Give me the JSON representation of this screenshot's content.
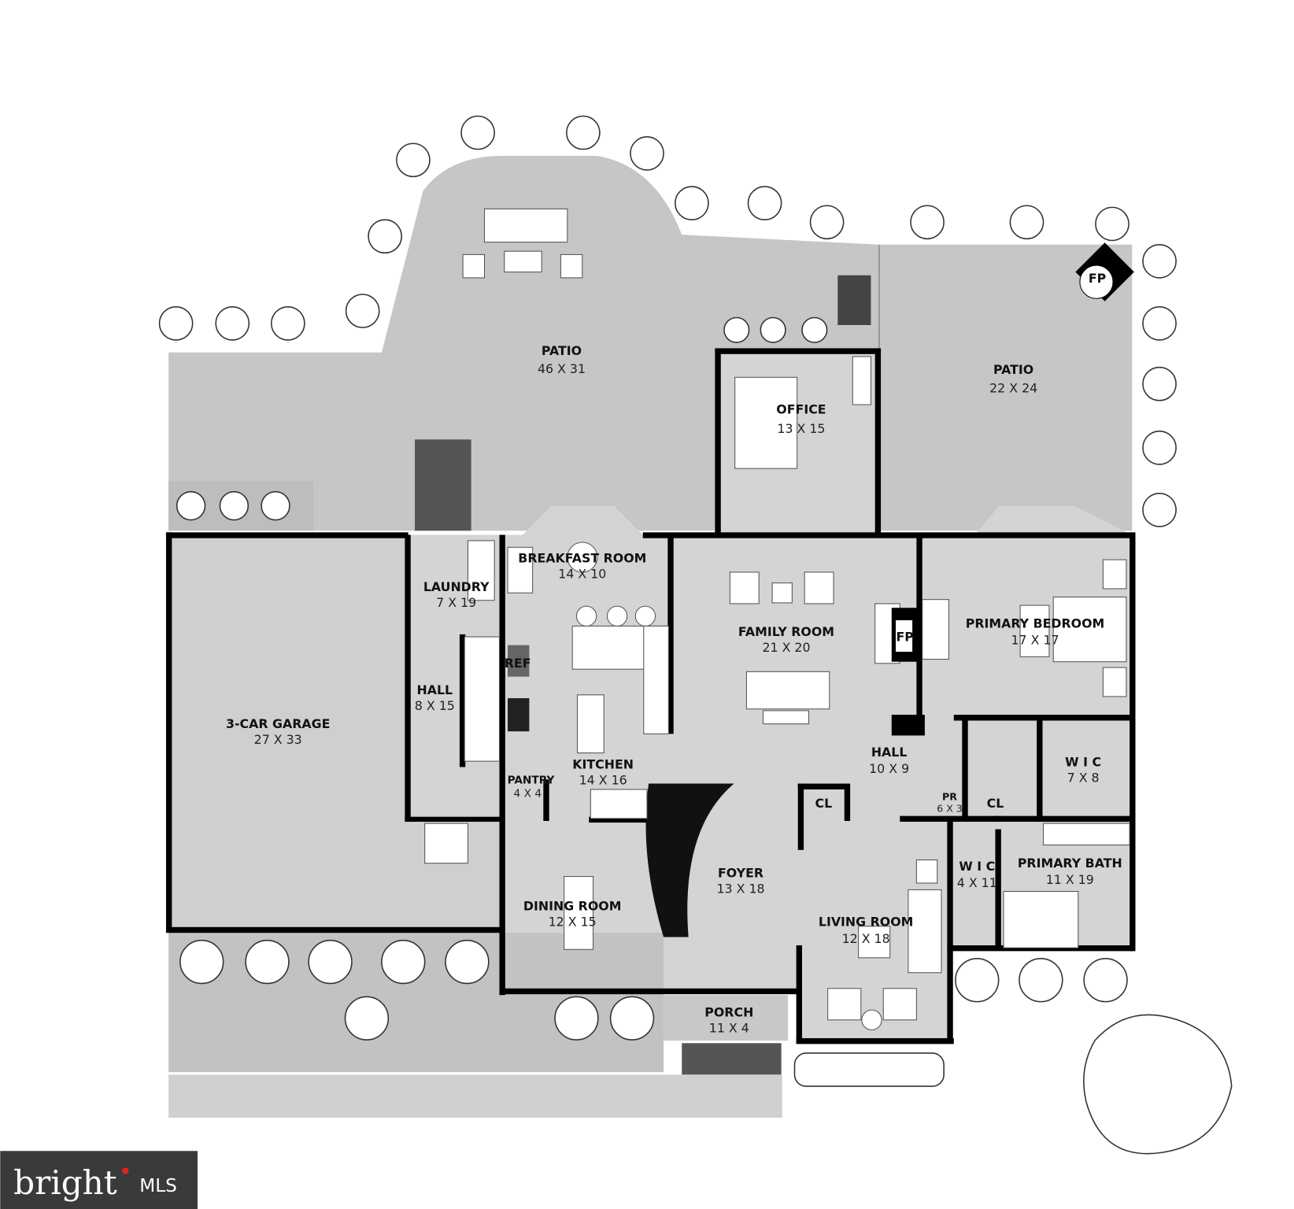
{
  "rooms": {
    "patio_main": {
      "name": "PATIO",
      "dims": "46 X 31"
    },
    "office": {
      "name": "OFFICE",
      "dims": "13 X 15"
    },
    "patio_side": {
      "name": "PATIO",
      "dims": "22 X 24"
    },
    "breakfast": {
      "name": "BREAKFAST ROOM",
      "dims": "14 X 10"
    },
    "laundry": {
      "name": "LAUNDRY",
      "dims": "7 X 19"
    },
    "family": {
      "name": "FAMILY ROOM",
      "dims": "21 X 20"
    },
    "primary_bedroom": {
      "name": "PRIMARY BEDROOM",
      "dims": "17 X 17"
    },
    "hall_west": {
      "name": "HALL",
      "dims": "8 X 15"
    },
    "garage": {
      "name": "3-CAR GARAGE",
      "dims": "27 X 33"
    },
    "kitchen": {
      "name": "KITCHEN",
      "dims": "14 X 16"
    },
    "hall_center": {
      "name": "HALL",
      "dims": "10 X 9"
    },
    "wic_large": {
      "name": "W I C",
      "dims": "7 X 8"
    },
    "pantry": {
      "name": "PANTRY",
      "dims": "4 X 4"
    },
    "closet_hall": {
      "name": "CL"
    },
    "powder": {
      "name": "PR",
      "dims": "6 X 3"
    },
    "closet_bath": {
      "name": "CL"
    },
    "wic_small": {
      "name": "W I C",
      "dims": "4 X 11"
    },
    "primary_bath": {
      "name": "PRIMARY BATH",
      "dims": "11 X 19"
    },
    "foyer": {
      "name": "FOYER",
      "dims": "13 X 18"
    },
    "dining": {
      "name": "DINING ROOM",
      "dims": "12 X 15"
    },
    "living": {
      "name": "LIVING ROOM",
      "dims": "12 X 18"
    },
    "porch": {
      "name": "PORCH",
      "dims": "11 X 4"
    }
  },
  "fixtures": {
    "fireplace_label": "FP",
    "refrigerator_label": "REF"
  },
  "logo": {
    "brand": "bright",
    "suffix": "MLS"
  },
  "colors": {
    "floor": "#d4d4d4",
    "patio": "#c4c4c4",
    "wall": "#000000",
    "logo_bg": "#3a3a3a",
    "logo_accent": "#e2231a"
  }
}
